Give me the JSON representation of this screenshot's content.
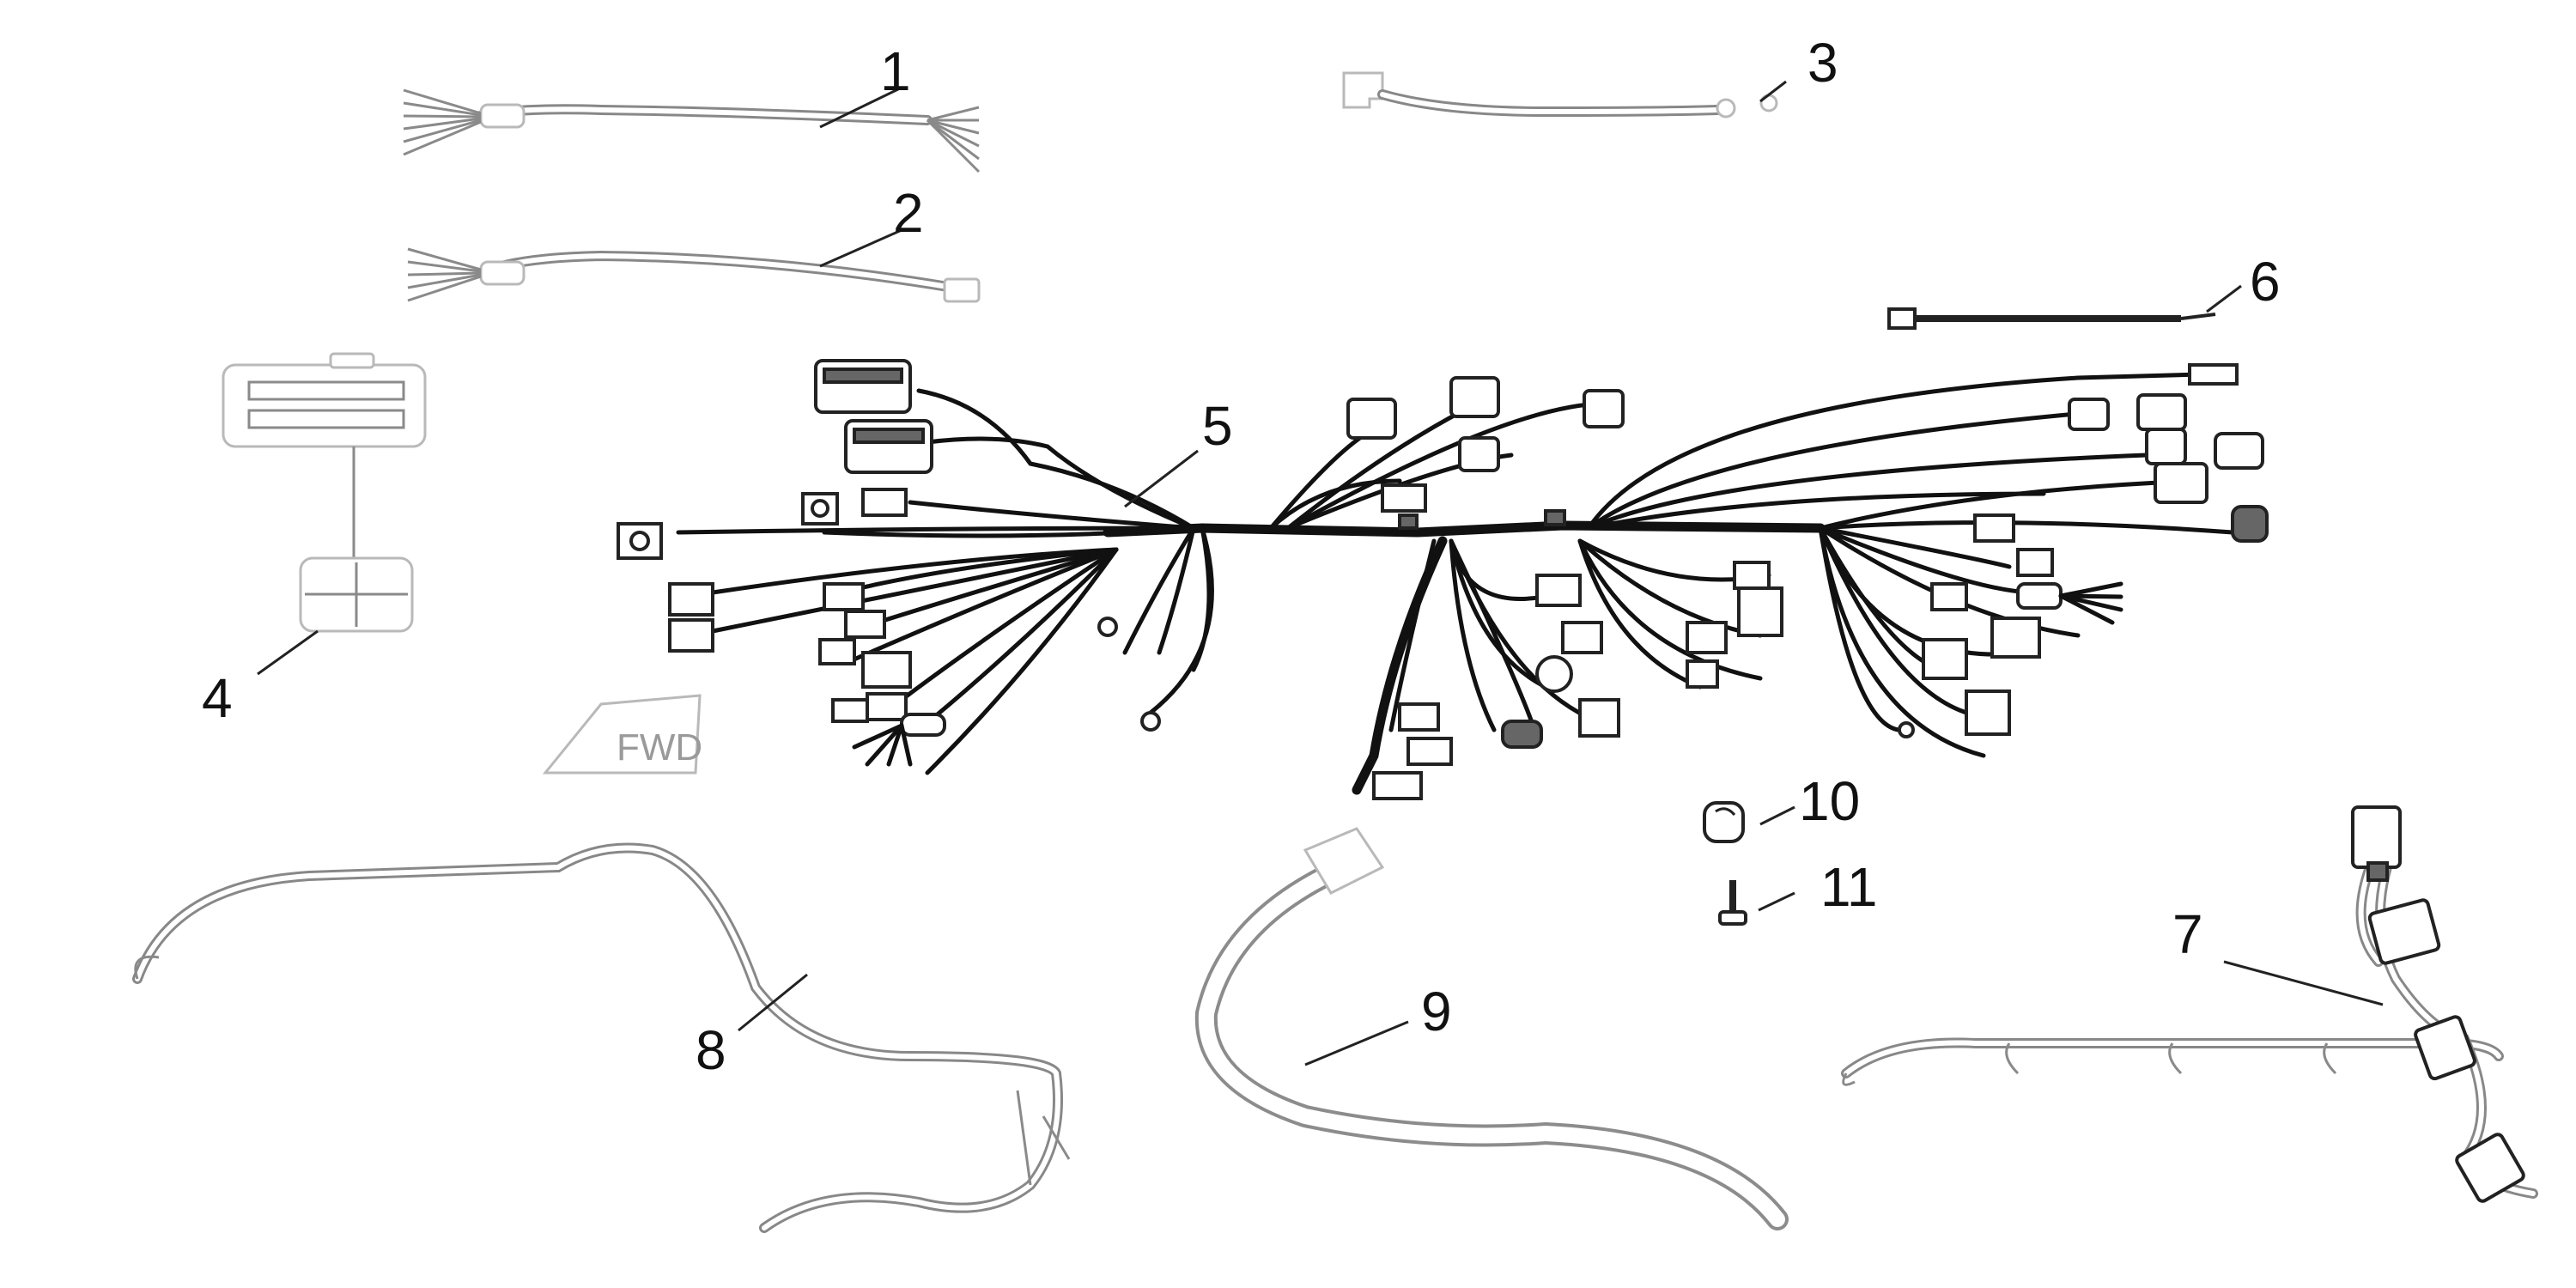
{
  "diagram": {
    "part_numbers": [
      "1",
      "2",
      "3",
      "4",
      "5",
      "6",
      "7",
      "8",
      "9",
      "10",
      "11"
    ],
    "arrow_text": "FWD"
  },
  "colors": {
    "ink": "#111111",
    "part_outline": "#8a8a8a",
    "background": "#ffffff"
  }
}
